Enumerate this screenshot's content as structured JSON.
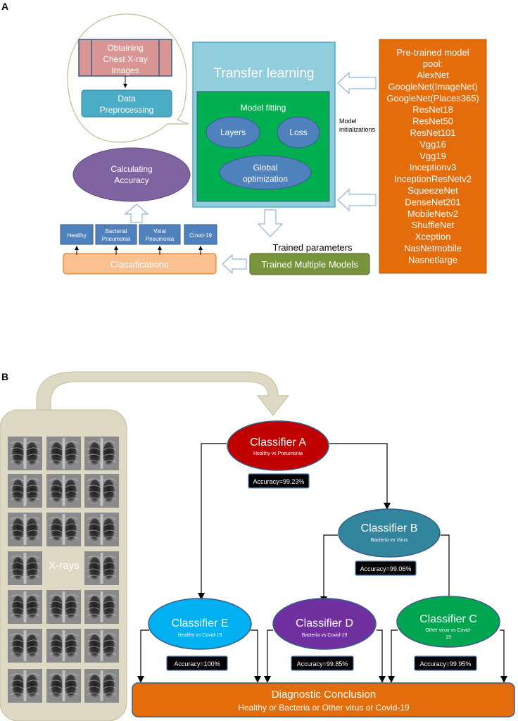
{
  "panel_a": {
    "label": "A",
    "obtaining": [
      "Obtaining",
      "Chest X-ray",
      "Images"
    ],
    "data_preprocessing": [
      "Data",
      "Preprocessing"
    ],
    "calculating_accuracy": [
      "Calculating",
      "Accuracy"
    ],
    "transfer_learning": "Transfer learning",
    "model_fitting": "Model fitting",
    "layers": "Layers",
    "loss": "Loss",
    "global_optimization": [
      "Global",
      "optimization"
    ],
    "model_initializations": [
      "Model",
      "initializations"
    ],
    "pool_title": [
      "Pre-trained model",
      "pool:"
    ],
    "models": [
      "AlexNet",
      "GoogleNet(ImageNet)",
      "GoogleNet(Places365)",
      "ResNet18",
      "ResNet50",
      "ResNet101",
      "Vgg16",
      "Vgg19",
      "Inceptionv3",
      "InceptionResNetv2",
      "SqueezeNet",
      "DenseNet201",
      "MobileNetv2",
      "ShuffleNet",
      "Xception",
      "NasNetmobile",
      "Nasnetlarge"
    ],
    "trained_parameters": "Trained parameters",
    "trained_multiple_models": "Trained Multiple Models",
    "classifications": "Classifications",
    "classes": [
      [
        "Healthy"
      ],
      [
        "Bacterial",
        "Pneumonia"
      ],
      [
        "Virial",
        "Pneumonia"
      ],
      [
        "Covid-19"
      ]
    ]
  },
  "panel_b": {
    "label": "B",
    "xrays_label": "X-rays",
    "classifier_a": {
      "title": "Classifier A",
      "subtitle": [
        "Healthy vs Pneumonia"
      ],
      "accuracy": "Accuracy=99.23%"
    },
    "classifier_b": {
      "title": "Classifier B",
      "subtitle": [
        "Bacteria vs Virus"
      ],
      "accuracy": "Accuracy=99.06%"
    },
    "classifier_c": {
      "title": "Classifier C",
      "subtitle": [
        "Other virus vs Covid-",
        "19"
      ],
      "accuracy": "Accuracy=99.95%"
    },
    "classifier_d": {
      "title": "Classifier D",
      "subtitle": [
        "Bacteria vs Covid-19"
      ],
      "accuracy": "Accuracy=99.85%"
    },
    "classifier_e": {
      "title": "Classifier E",
      "subtitle": [
        "Healthy vs Covid-19"
      ],
      "accuracy": "Accuracy=100%"
    },
    "conclusion_title": "Diagnostic Conclusion",
    "conclusion_subtitle": "Healthy or Bacteria or Other virus or Covid-19"
  },
  "colors": {
    "pink_box": "#d99594",
    "teal_box": "#4bacc6",
    "purple": "#8064a2",
    "light_blue": "#92cddc",
    "green": "#00b050",
    "oval_blue": "#4f81bd",
    "orange": "#e46c0a",
    "peach": "#fac090",
    "olive_green": "#77933c",
    "class_blue": "#4f81bd",
    "red_a": "#c00000",
    "teal_b": "#31859c",
    "green_c": "#00a550",
    "purple_d": "#7030a0",
    "cyan_e": "#00b0f0",
    "beige": "#ddd9c4"
  }
}
